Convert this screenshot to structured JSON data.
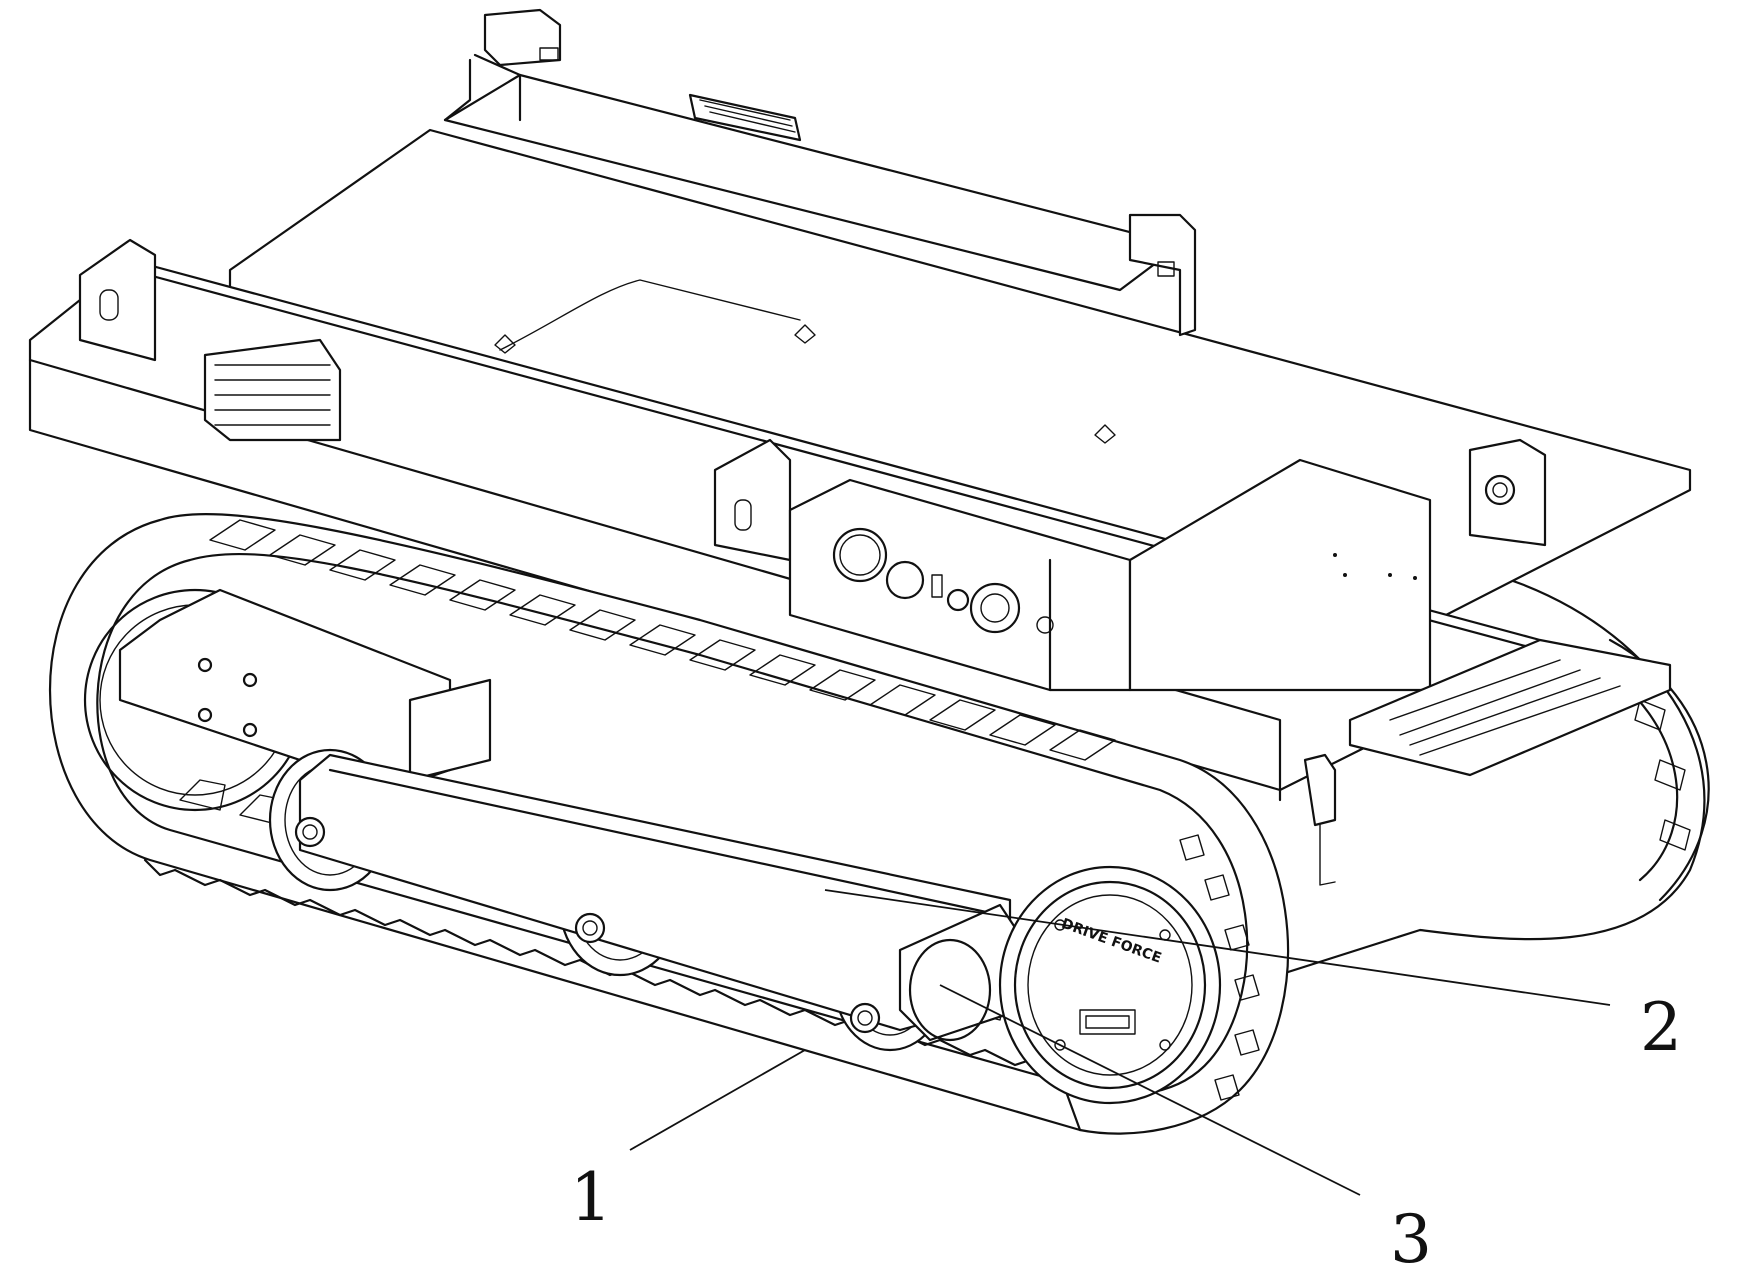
{
  "labels": {
    "ref_1": "1",
    "ref_2": "2",
    "ref_3": "3"
  },
  "hub_text": "DRIVE FORCE",
  "colors": {
    "line": "#111111",
    "background": "#ffffff"
  }
}
